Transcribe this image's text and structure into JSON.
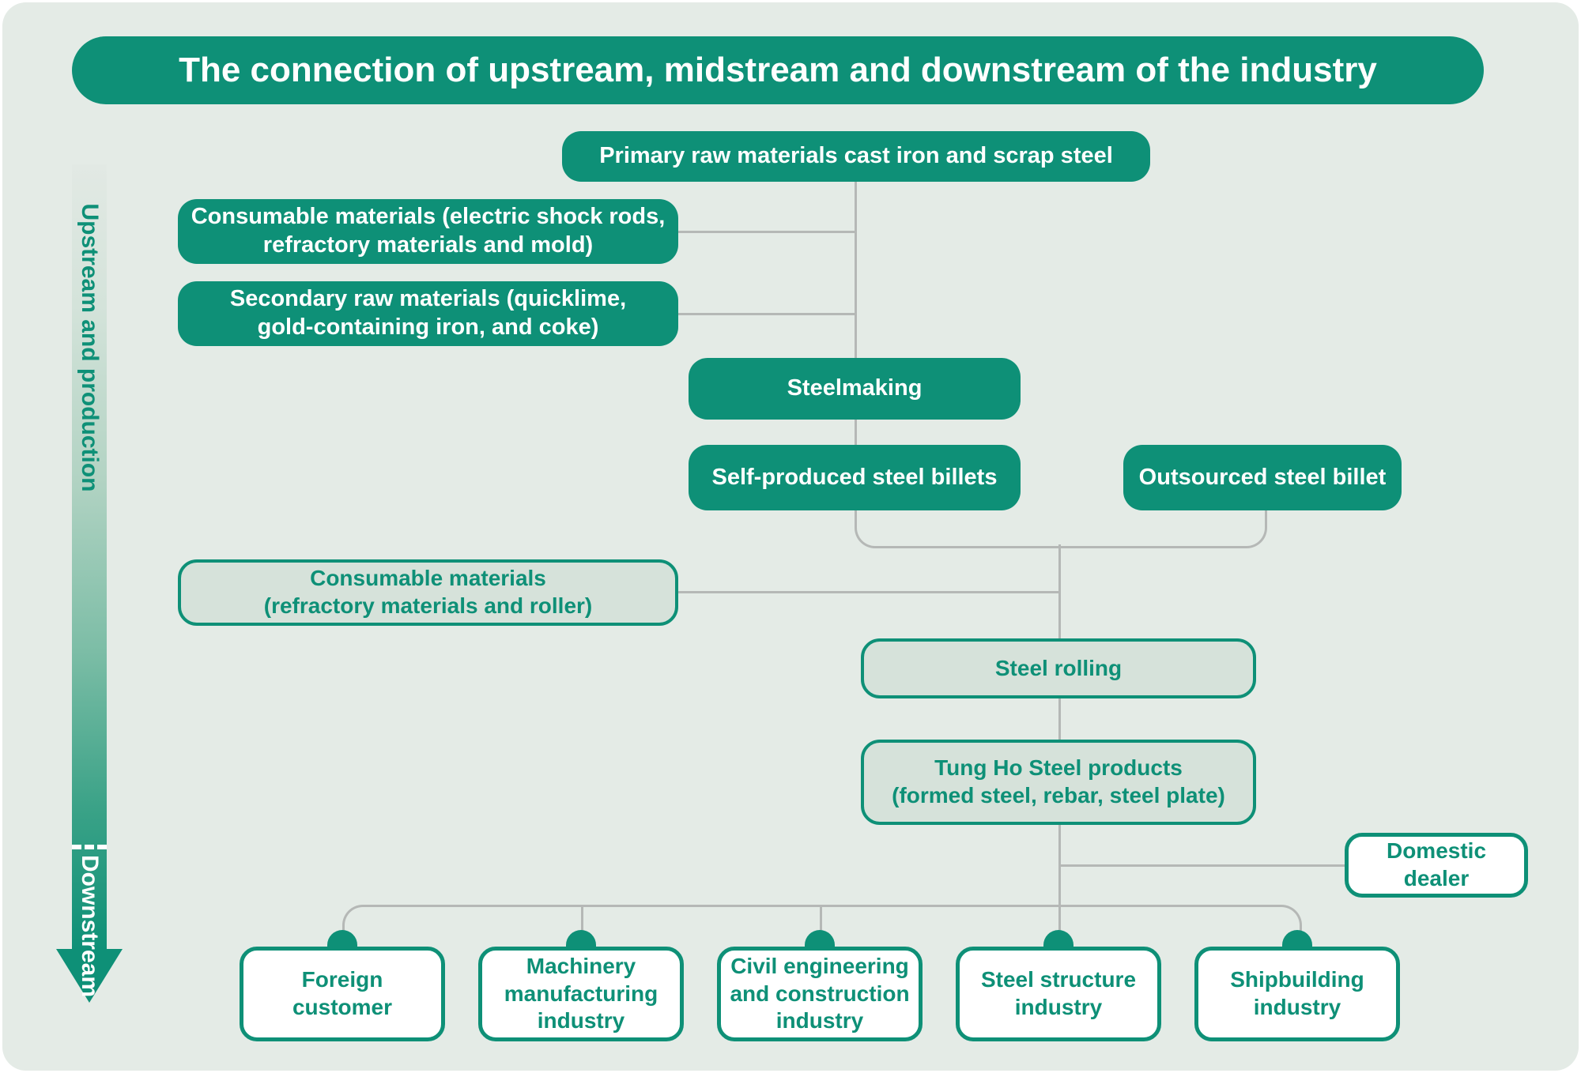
{
  "title": "The connection of upstream, midstream and downstream of the industry",
  "axis": {
    "upstream_label": "Upstream and production",
    "downstream_label": "Downstream"
  },
  "colors": {
    "primary_green": "#0e9077",
    "light_box_fill": "#d6e2da",
    "panel_background": "#e4ebe6",
    "connector_gray": "#b5b8b6"
  },
  "nodes": {
    "primary_raw": {
      "label": "Primary raw materials cast iron and scrap steel",
      "style": "solid-green"
    },
    "consumable_upstream": {
      "label": "Consumable materials (electric shock rods,\nrefractory materials and mold)",
      "style": "solid-green"
    },
    "secondary_raw": {
      "label": "Secondary raw materials (quicklime,\ngold-containing iron, and coke)",
      "style": "solid-green"
    },
    "steelmaking": {
      "label": "Steelmaking",
      "style": "solid-green"
    },
    "self_produced": {
      "label": "Self-produced steel billets",
      "style": "solid-green"
    },
    "outsourced": {
      "label": "Outsourced steel billet",
      "style": "solid-green"
    },
    "consumable_midstream": {
      "label": "Consumable materials\n(refractory materials and roller)",
      "style": "light-green-outline"
    },
    "steel_rolling": {
      "label": "Steel rolling",
      "style": "light-green-outline"
    },
    "tung_ho_products": {
      "label": "Tung Ho Steel products\n(formed steel, rebar, steel plate)",
      "style": "light-green-outline"
    },
    "domestic_dealer": {
      "label": "Domestic\ndealer",
      "style": "white-outline"
    },
    "foreign_customer": {
      "label": "Foreign\ncustomer",
      "style": "white-outline"
    },
    "machinery": {
      "label": "Machinery\nmanufacturing\nindustry",
      "style": "white-outline"
    },
    "civil": {
      "label": "Civil engineering\nand construction\nindustry",
      "style": "white-outline"
    },
    "steel_structure": {
      "label": "Steel structure\nindustry",
      "style": "white-outline"
    },
    "shipbuilding": {
      "label": "Shipbuilding\nindustry",
      "style": "white-outline"
    }
  }
}
